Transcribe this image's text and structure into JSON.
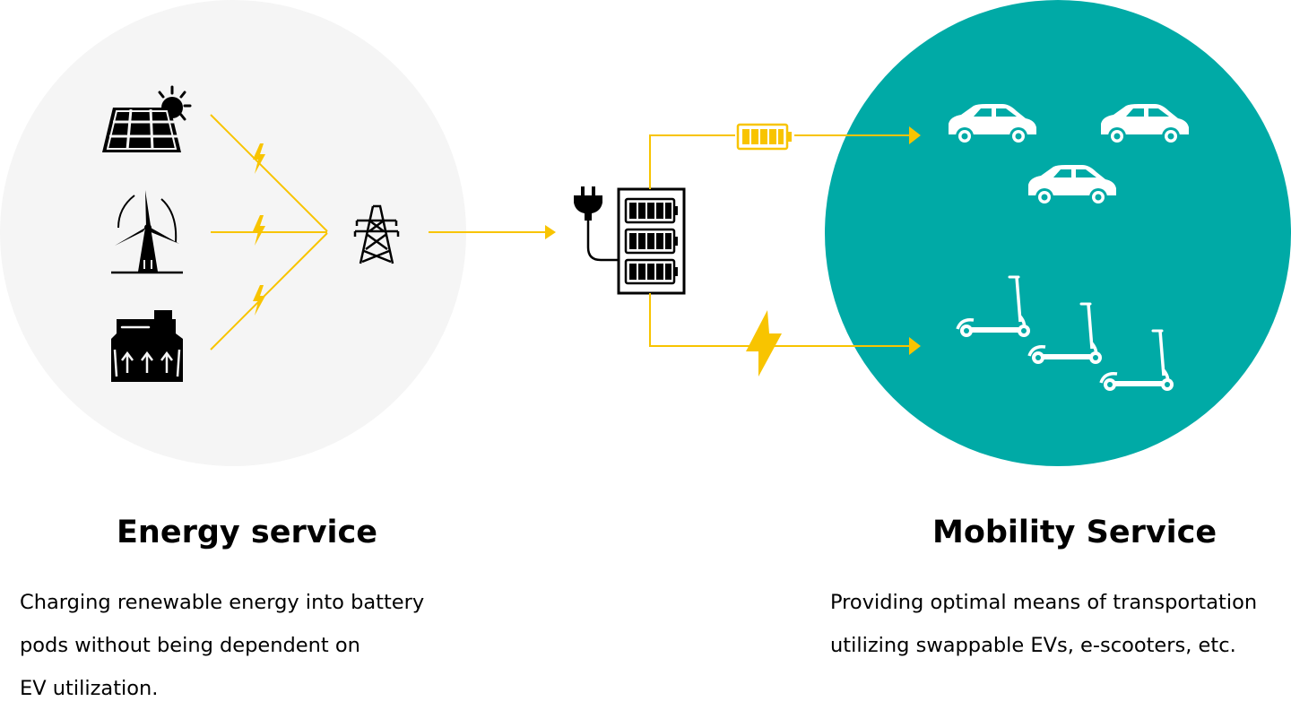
{
  "energy": {
    "title": "Energy service",
    "description_lines": [
      "Charging renewable energy into battery",
      "pods without being dependent on",
      "EV utilization."
    ]
  },
  "mobility": {
    "title": "Mobility Service",
    "description_lines": [
      "Providing optimal means of transportation",
      "utilizing swappable EVs, e-scooters, etc."
    ]
  },
  "icons": {
    "sources": [
      "solar-panel-icon",
      "wind-turbine-icon",
      "power-plant-icon"
    ],
    "hub": "transmission-tower-icon",
    "station": [
      "plug-icon",
      "battery-pod-rack-icon"
    ],
    "flow": [
      "battery-icon",
      "lightning-bolt-icon"
    ],
    "vehicles": [
      "car-icon",
      "car-icon",
      "car-icon",
      "scooter-icon",
      "scooter-icon",
      "scooter-icon"
    ]
  },
  "colors": {
    "energy_circle": "#f5f5f5",
    "mobility_circle": "#00aaa6",
    "accent": "#f8c400",
    "icon": "#000000",
    "vehicle": "#ffffff"
  }
}
